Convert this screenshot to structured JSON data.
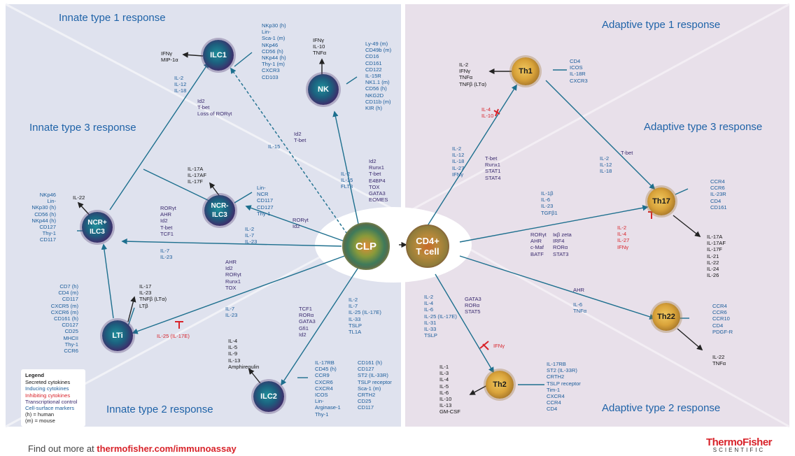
{
  "headings": {
    "innate1": "Innate type 1 response",
    "innate3": "Innate type 3 response",
    "innate2": "Innate type 2 response",
    "adaptive1": "Adaptive type 1 response",
    "adaptive3": "Adaptive type 3 response",
    "adaptive2": "Adaptive type 2 response"
  },
  "cells": {
    "ilc1": "ILC1",
    "nk": "NK",
    "ncr_minus": "NCR-\nILC3",
    "ncr_plus": "NCR+\nILC3",
    "lti": "LTi",
    "ilc2": "ILC2",
    "clp": "CLP",
    "cd4": "CD4+\nT cell",
    "th1": "Th1",
    "th17": "Th17",
    "th22": "Th22",
    "th2": "Th2"
  },
  "labels": {
    "ilc1_secreted": "IFNγ\nMIP-1α",
    "ilc1_markers": "NKp30 (h)\nLin-\nSca-1 (m)\nNKp46\nCD56 (h)\nNKp44 (h)\nThy-1 (m)\nCXCR3\nCD103",
    "ilc1_inducing": "IL-2\nIL-12\nIL-18",
    "ilc1_tf": "Id2\nT-bet\nLoss of RORγt",
    "nk_secreted": "IFNγ\nIL-10\nTNFα",
    "nk_markers": "Ly-49 (m)\nCD49b (m)\nCD16\nCD161\nCD122\nIL-15R\nNK1.1 (m)\nCD56 (h)\nNKG2D\nCD11b (m)\nKIR (h)",
    "clp_ilc1_tf": "Id2\nT-bet",
    "clp_ilc1_inducing": "IL-15",
    "clp_nk_inducing": "IL-2\nIL-15\nFLT3",
    "clp_nk_tf": "Id2\nRunx1\nT-bet\nE4BP4\nTOX\nGATA3\nEOMES",
    "ncr_minus_secreted": "IL-17A\nIL-17AF\nIL-17F",
    "ncr_minus_markers": "Lin-\nNCR\nCD117\nCD127\nThy-1",
    "ncr_plus_secreted": "IL-22",
    "ncr_plus_markers": "NKp46\nLin-\nNKp30 (h)\nCD56 (h)\nNKp44 (h)\nCD127\nThy-1\nCD117",
    "ncr_plus_tf": "RORγt\nAHR\nId2\nT-bet\nTCF1",
    "clp_ncr_minus_tf": "RORγt\nId2",
    "clp_ncr_minus_inducing": "IL-2\nIL-7\nIL-23",
    "clp_ncr_plus_inducing": "IL-7\nIL-23",
    "lti_markers": "CD7 (h)\nCD4 (m)\nCD117\nCXCR5 (m)\nCXCR6 (m)\nCD161 (h)\nCD127\nCD25\nMHCII\nThy-1\nCCR6",
    "lti_secreted": "IL-17\nIL-23\nTNFβ (LTα)\nLTβ",
    "lti_inhibiting": "IL-25 (IL-17E)",
    "clp_lti_tf": "AHR\nId2\nRORγt\nRunx1\nTOX",
    "clp_lti_inducing": "IL-7\nIL-23",
    "ilc2_secreted": "IL-4\nIL-5\nIL-9\nIL-13\nAmphiregulin",
    "ilc2_markers_a": "IL-17RB\nCD45 (h)\nCCR9\nCXCR6\nCXCR4\nICOS\nLin-\nArginase-1\nThy-1",
    "ilc2_markers_b": "CD161 (h)\nCD127\nST2 (IL-33R)\nTSLP receptor\nSca-1 (m)\nCRTH2\nCD25\nCD117",
    "clp_ilc2_tf": "TCF1\nRORα\nGATA3\nGfi1\nId2",
    "clp_ilc2_inducing": "IL-2\nIL-7\nIL-25 (IL-17E)\nIL-33\nTSLP\nTL1A",
    "th1_secreted": "IL-2\nIFNγ\nTNFα\nTNFβ (LTα)",
    "th1_markers": "CD4\nICOS\nIL-18R\nCXCR3",
    "th1_inhibiting": "IL-4\nIL-10",
    "th1_inducing": "IL-2\nIL-12\nIL-18\nIL-27\nIFNγ",
    "th1_tf": "T-bet\nRunx1\nSTAT1\nSTAT4",
    "th17_th1_tf": "T-bet",
    "th17_th1_inducing": "IL-2\nIL-12\nIL-18",
    "th17_markers": "CCR4\nCCR6\nIL-23R\nCD4\nCD161",
    "th17_inducing": "IL-1β\nIL-6\nIL-23\nTGFβ1",
    "th17_inhibiting": "IL-2\nIL-4\nIL-27\nIFNγ",
    "th17_tf_a": "RORγt\nAHR\nc-Maf\nBATF",
    "th17_tf_b": "Iκβ zeta\nIRF4\nRORα\nSTAT3",
    "th17_secreted": "IL-17A\nIL-17AF\nIL-17F\nIL-21\nIL-22\nIL-24\nIL-26",
    "th22_tf": "AHR",
    "th22_inducing": "IL-6\nTNFα",
    "th22_markers": "CCR4\nCCR6\nCCR10\nCD4\nPDGF-R",
    "th22_secreted": "IL-22\nTNFα",
    "th2_inducing": "IL-2\nIL-4\nIL-6\nIL-25 (IL-17E)\nIL-31\nIL-33\nTSLP",
    "th2_tf": "GATA3\nRORα\nSTAT5",
    "th2_inhibiting": "IFNγ",
    "th2_secreted": "IL-1\nIL-3\nIL-4\nIL-5\nIL-6\nIL-10\nIL-13\nGM-CSF",
    "th2_markers": "IL-17RB\nST2 (IL-33R)\nCRTH2\nTSLP receptor\nTim-1\nCXCR4\nCCR4\nCD4"
  },
  "legend": {
    "title": "Legend",
    "items": [
      "Secreted cytokines",
      "Inducing cytokines",
      "Inhibiting cytokines",
      "Transcriptional control",
      "Cell-surface markers",
      "(h) = human",
      "(m) = mouse"
    ]
  },
  "colors": {
    "secreted": "#111111",
    "inducing": "#1a5c9a",
    "inhibiting": "#d8232a",
    "transcriptional": "#3a2a6e",
    "markers": "#1a5c9a",
    "innate_bg": "#dfe2ee",
    "adaptive_bg": "#e8e0ea"
  },
  "footer": {
    "prefix": "Find out more at ",
    "link": "thermofisher.com/immunoassay"
  },
  "logo": {
    "name": "ThermoFisher",
    "sub": "SCIENTIFIC"
  }
}
